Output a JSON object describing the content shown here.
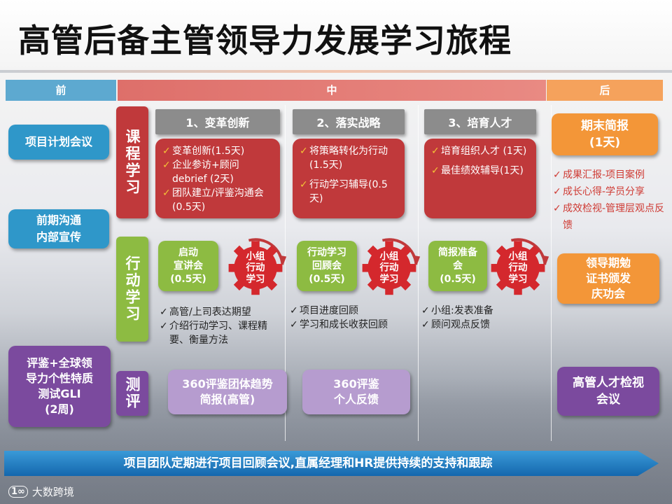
{
  "title": "高管后备主管领导力发展学习旅程",
  "phases": {
    "before": "前",
    "middle": "中",
    "after": "后"
  },
  "left": {
    "item1": "项目计划会议",
    "item2_line1": "前期沟通",
    "item2_line2": "内部宣传",
    "item3_lines": [
      "评鉴+全球领",
      "导力个性特质",
      "测试GLI",
      "(2周)"
    ]
  },
  "rows": {
    "course": "课程学习",
    "action": "行动学习",
    "assess": "测评"
  },
  "modules": [
    {
      "header": "1、变革创新",
      "items": [
        "变革创新(1.5天)",
        "企业参访+顾问debrief (2天)",
        "团队建立/评鉴沟通会 (0.5天)"
      ]
    },
    {
      "header": "2、落实战略",
      "items": [
        "将策略转化为行动(1.5天)",
        "行动学习辅导(0.5天)"
      ]
    },
    {
      "header": "3、培育人才",
      "items": [
        "培育组织人才 (1天)",
        "最佳绩效辅导(1天)"
      ]
    }
  ],
  "action": [
    {
      "box_lines": [
        "启动",
        "宣讲会",
        "(0.5天)"
      ],
      "bullets": [
        "高管/上司表达期望",
        "介绍行动学习、课程精要、衡量方法"
      ]
    },
    {
      "box_lines": [
        "行动学习",
        "回顾会",
        "(0.5天)"
      ],
      "bullets": [
        "项目进度回顾",
        "学习和成长收获回顾"
      ]
    },
    {
      "box_lines": [
        "简报准备",
        "会",
        "(0.5天)"
      ],
      "bullets": [
        "小组:发表准备",
        "顾问观点反馈"
      ]
    }
  ],
  "gear_label": [
    "小组",
    "行动",
    "学习"
  ],
  "assess": {
    "box1_lines": [
      "360评鉴团体趋势",
      "简报(高管)"
    ],
    "box2_lines": [
      "360评鉴",
      "个人反馈"
    ]
  },
  "after": {
    "briefing_lines": [
      "期末简报",
      "(1天)"
    ],
    "bullets": [
      "成果汇报-项目案例",
      "成长心得-学员分享",
      "成效检视-管理层观点反馈"
    ],
    "cert_lines": [
      "领导期勉",
      "证书颁发",
      "庆功会"
    ],
    "review_lines": [
      "高管人才检视",
      "会议"
    ]
  },
  "bottom_banner": "项目团队定期进行项目回顾会议,直属经理和HR提供持续的支持和跟踪",
  "watermark": "大数跨境",
  "colors": {
    "phase_before": "#5da9d0",
    "phase_middle": "#de6f6a",
    "phase_after": "#f5a25c",
    "course_red": "#c0393b",
    "action_green": "#8dbb42",
    "assess_purple": "#7b4a9e",
    "banner_blue": "#1f7cc3",
    "gear_red": "#d4282d"
  }
}
